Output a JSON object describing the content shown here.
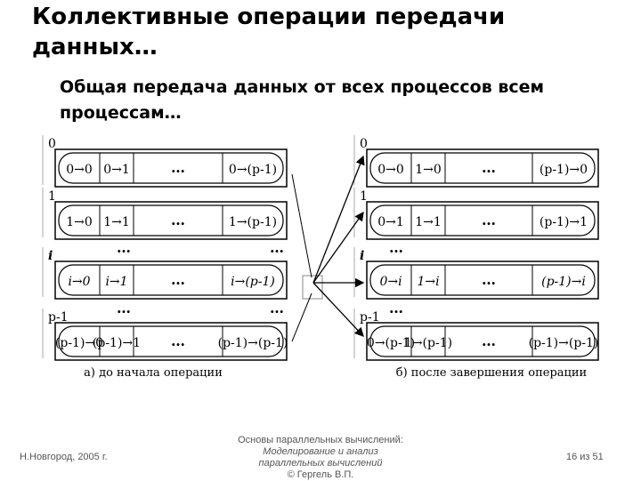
{
  "title": "Коллективные операции передачи данных…",
  "subtitle": "Общая передача данных от всех процессов всем процессам…",
  "diagram": {
    "ellipsis": "…",
    "left": {
      "caption": "а) до начала операции",
      "rows": [
        {
          "label": "0",
          "cells": [
            "0→0",
            "0→1",
            "0→(p-1)"
          ]
        },
        {
          "label": "1",
          "cells": [
            "1→0",
            "1→1",
            "1→(p-1)"
          ]
        },
        {
          "label": "i",
          "cells": [
            "i→0",
            "i→1",
            "i→(p-1)"
          ]
        },
        {
          "label": "p-1",
          "cells": [
            "(p-1)→0",
            "(p-1)→1",
            "(p-1)→(p-1)"
          ]
        }
      ]
    },
    "right": {
      "caption": "б) после завершения операции",
      "rows": [
        {
          "label": "0",
          "cells": [
            "0→0",
            "1→0",
            "(p-1)→0"
          ]
        },
        {
          "label": "1",
          "cells": [
            "0→1",
            "1→1",
            "(p-1)→1"
          ]
        },
        {
          "label": "i",
          "cells": [
            "0→i",
            "1→i",
            "(p-1)→i"
          ]
        },
        {
          "label": "p-1",
          "cells": [
            "0→(p-1)",
            "1→(p-1)",
            "(p-1)→(p-1)"
          ]
        }
      ]
    }
  },
  "footer": {
    "left": "Н.Новгород, 2005 г.",
    "center_line1": "Основы параллельных вычислений:",
    "center_line2": "Моделирование и анализ",
    "center_line3": "параллельных вычислений",
    "center_line4": "© Гергель В.П.",
    "right": "16 из 51"
  }
}
